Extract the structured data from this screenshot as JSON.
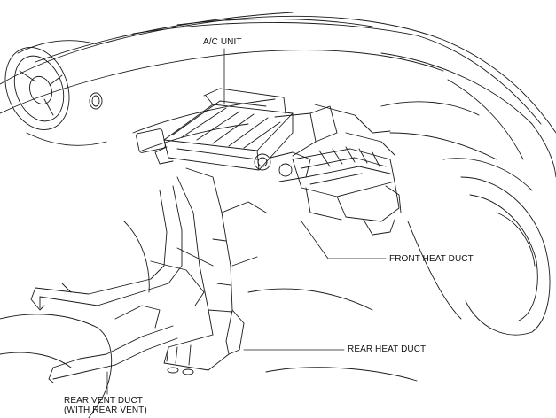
{
  "labels": {
    "ac_unit": "A/C UNIT",
    "front_heat_duct": "FRONT HEAT DUCT",
    "rear_heat_duct": "REAR HEAT DUCT",
    "rear_vent_duct_line1": "REAR VENT DUCT",
    "rear_vent_duct_line2": "(WITH REAR VENT)"
  },
  "colors": {
    "line": "#1a1a1a",
    "background": "#ffffff"
  }
}
